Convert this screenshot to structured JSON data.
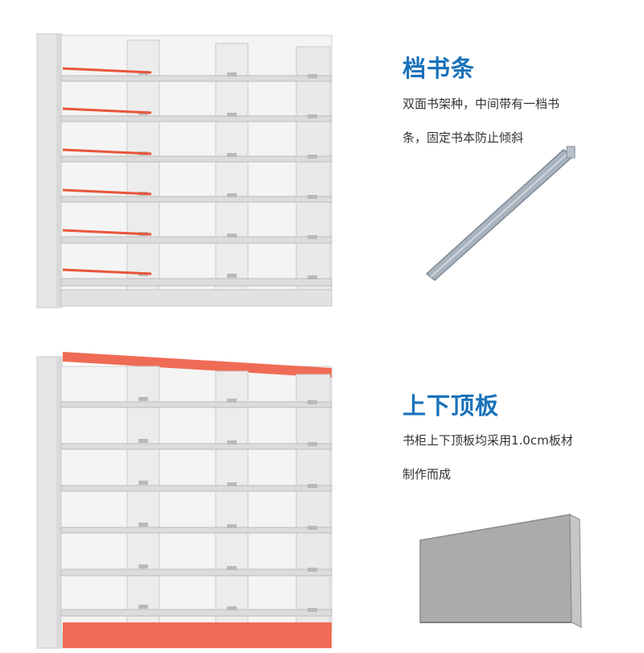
{
  "sections": [
    {
      "title": "档书条",
      "desc_line1": "双面书架种，中间带有一档书",
      "desc_line2": "条，固定书本防止倾斜",
      "highlight_color": "#e8553a"
    },
    {
      "title": "上下顶板",
      "desc_line1": "书柜上下顶板均采用1.0cm板材",
      "desc_line2": "制作而成",
      "highlight_color": "#f06b55"
    }
  ],
  "colors": {
    "title_blue": "#1a72bb",
    "shelf_frame": "#e3e3e3",
    "part_gray": "#a8acb0"
  }
}
